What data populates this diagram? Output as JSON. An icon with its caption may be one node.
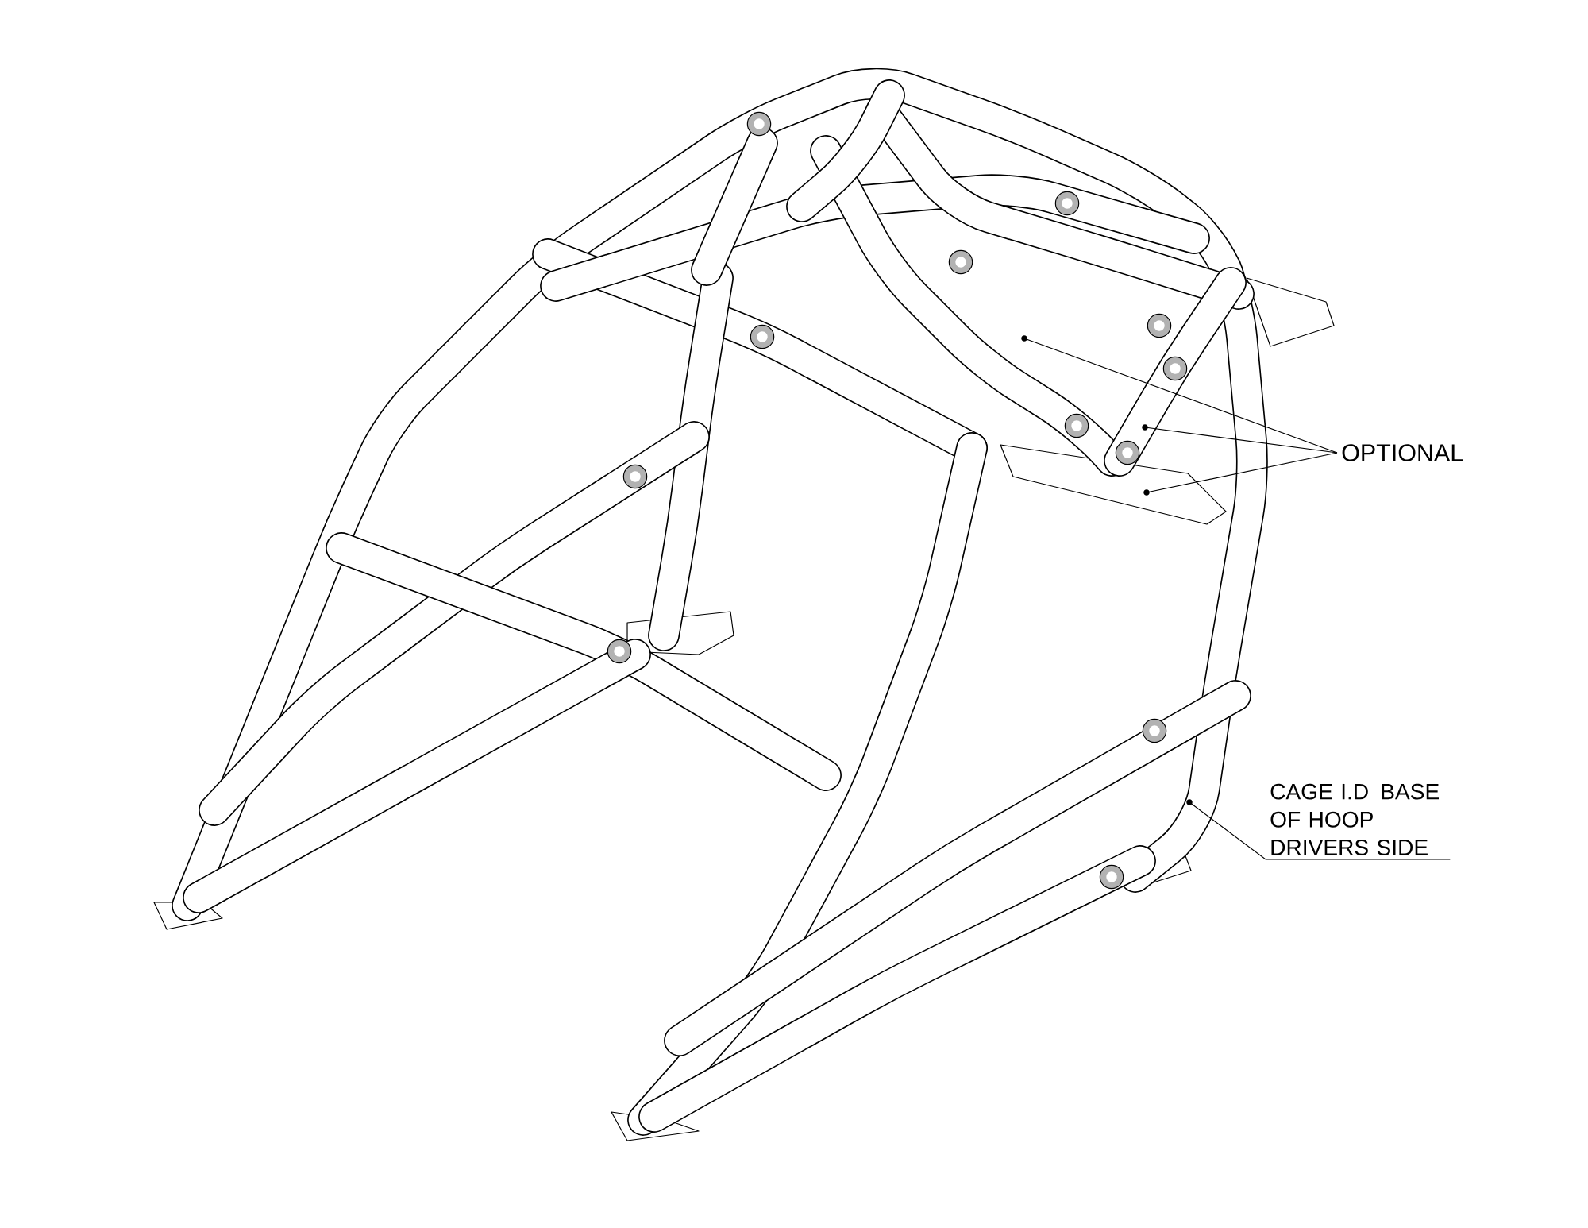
{
  "diagram": {
    "nodes": [
      {
        "text": [
          "OPTIONAL"
        ]
      },
      {
        "text": [],
        "shape": "circle"
      },
      {
        "text": [],
        "shape": "circle"
      },
      {
        "text": [],
        "shape": "circle"
      },
      {
        "text": [
          "CAGE I.D BASE OF HOOP DRIVERS SIDE"
        ]
      },
      {
        "text": [],
        "shape": "circle"
      }
    ],
    "edges": [
      {
        "from": 0,
        "to": 1,
        "arrow": "none"
      },
      {
        "from": 0,
        "to": 2,
        "arrow": "none"
      },
      {
        "from": 0,
        "to": 3,
        "arrow": "none"
      },
      {
        "from": 4,
        "to": 5,
        "arrow": "none"
      }
    ]
  }
}
